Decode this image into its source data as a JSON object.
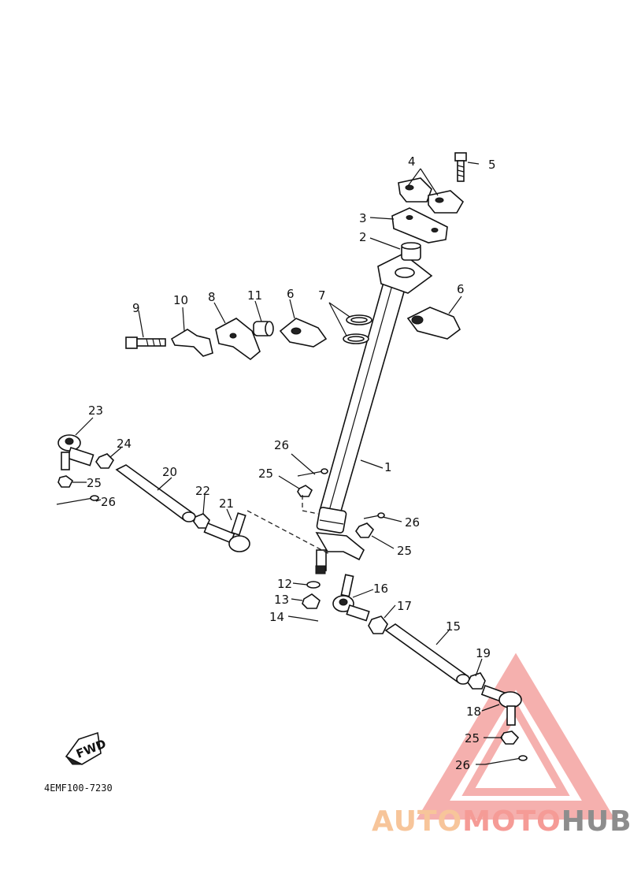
{
  "diagram": {
    "code": "4EMF100-7230",
    "fwd_label": "FWD",
    "callouts": [
      {
        "id": "c1",
        "text": "1"
      },
      {
        "id": "c2",
        "text": "2"
      },
      {
        "id": "c3",
        "text": "3"
      },
      {
        "id": "c4",
        "text": "4"
      },
      {
        "id": "c5",
        "text": "5"
      },
      {
        "id": "c6a",
        "text": "6"
      },
      {
        "id": "c6b",
        "text": "6"
      },
      {
        "id": "c7",
        "text": "7"
      },
      {
        "id": "c8",
        "text": "8"
      },
      {
        "id": "c9",
        "text": "9"
      },
      {
        "id": "c10",
        "text": "10"
      },
      {
        "id": "c11",
        "text": "11"
      },
      {
        "id": "c12",
        "text": "12"
      },
      {
        "id": "c13",
        "text": "13"
      },
      {
        "id": "c14",
        "text": "14"
      },
      {
        "id": "c15",
        "text": "15"
      },
      {
        "id": "c16",
        "text": "16"
      },
      {
        "id": "c17",
        "text": "17"
      },
      {
        "id": "c18",
        "text": "18"
      },
      {
        "id": "c19",
        "text": "19"
      },
      {
        "id": "c20",
        "text": "20"
      },
      {
        "id": "c21",
        "text": "21"
      },
      {
        "id": "c22",
        "text": "22"
      },
      {
        "id": "c23",
        "text": "23"
      },
      {
        "id": "c24",
        "text": "24"
      },
      {
        "id": "c25a",
        "text": "25"
      },
      {
        "id": "c25b",
        "text": "25"
      },
      {
        "id": "c25c",
        "text": "25"
      },
      {
        "id": "c25d",
        "text": "25"
      },
      {
        "id": "c26a",
        "text": "26"
      },
      {
        "id": "c26b",
        "text": "26"
      },
      {
        "id": "c26c",
        "text": "26"
      },
      {
        "id": "c26d",
        "text": "26"
      }
    ]
  },
  "watermark": {
    "part1": "AUTO",
    "part2": "MOTO",
    "part3": "HUB",
    "colors": {
      "auto": "#f7c59a",
      "moto": "#f59b96",
      "hub": "#8d8d8d",
      "triangle": "#f4a3a0"
    }
  }
}
